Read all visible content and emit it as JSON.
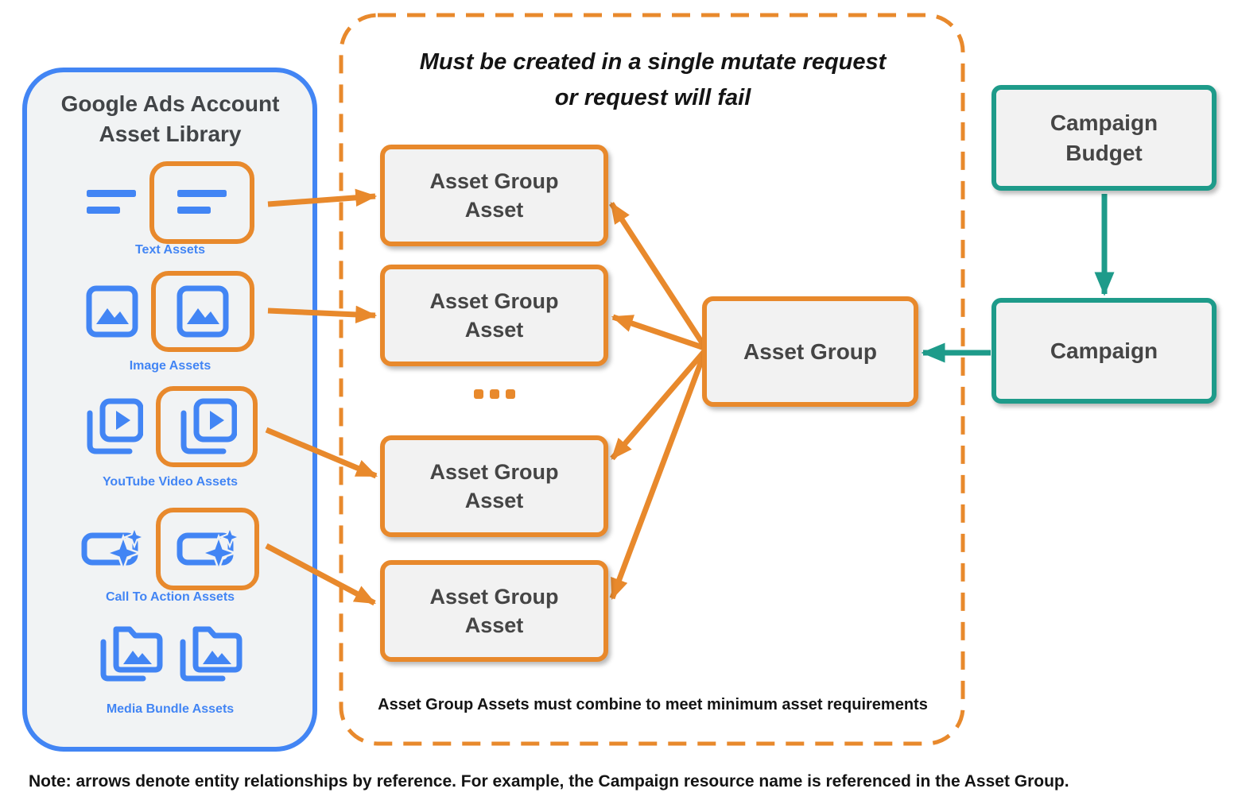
{
  "library": {
    "title_line1": "Google Ads Account",
    "title_line2": "Asset Library",
    "asset_types": [
      {
        "label": "Text Assets",
        "icon": "text-lines-icon",
        "highlighted": true
      },
      {
        "label": "Image Assets",
        "icon": "image-icon",
        "highlighted": true
      },
      {
        "label": "YouTube Video  Assets",
        "icon": "video-play-icon",
        "highlighted": true
      },
      {
        "label": "Call To Action Assets",
        "icon": "cta-sparkle-icon",
        "highlighted": true
      },
      {
        "label": "Media Bundle  Assets",
        "icon": "media-bundle-folder-icon",
        "highlighted": false
      }
    ]
  },
  "mutate_panel": {
    "title_line1": "Must be created in a single mutate request",
    "title_line2": "or request will fail",
    "asset_group_asset_label": "Asset Group Asset",
    "caption": "Asset Group Assets must combine to meet minimum asset requirements"
  },
  "entities": {
    "asset_group": "Asset Group",
    "campaign_budget": "Campaign Budget",
    "campaign": "Campaign"
  },
  "note": "Note: arrows denote entity relationships by reference. For example, the Campaign resource name is referenced in the Asset Group.",
  "colors": {
    "blue": "#4285F4",
    "orange": "#E8892C",
    "teal": "#1E9B8A",
    "panel_fill": "#F1F3F4",
    "box_fill": "#F2F2F2",
    "dark_text": "#454545"
  }
}
